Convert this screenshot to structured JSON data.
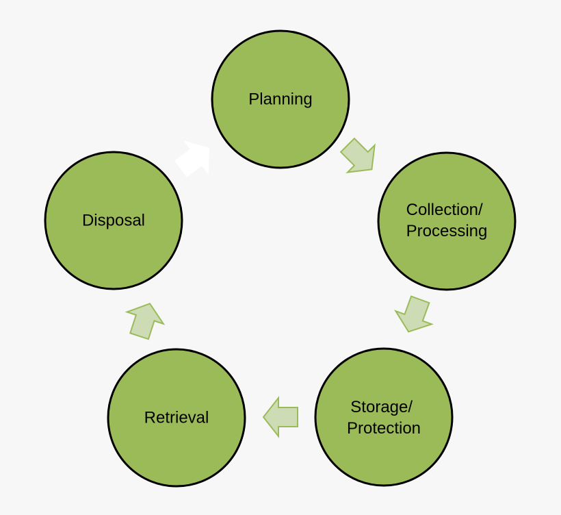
{
  "diagram": {
    "nodes": [
      {
        "id": "planning",
        "lines": [
          "Planning"
        ]
      },
      {
        "id": "collection-processing",
        "lines": [
          "Collection/",
          "Processing"
        ]
      },
      {
        "id": "storage-protection",
        "lines": [
          "Storage/",
          "Protection"
        ]
      },
      {
        "id": "retrieval",
        "lines": [
          "Retrieval"
        ]
      },
      {
        "id": "disposal",
        "lines": [
          "Disposal"
        ]
      }
    ],
    "arrows": [
      {
        "from": "planning",
        "to": "collection-processing",
        "style": "light-green"
      },
      {
        "from": "collection-processing",
        "to": "storage-protection",
        "style": "light-green"
      },
      {
        "from": "storage-protection",
        "to": "retrieval",
        "style": "light-green"
      },
      {
        "from": "retrieval",
        "to": "disposal",
        "style": "light-green"
      },
      {
        "from": "disposal",
        "to": "planning",
        "style": "white"
      }
    ],
    "colors": {
      "node_fill": "#9bbb59",
      "node_stroke": "#000000",
      "arrow_fill": "#cddcb4",
      "arrow_stroke": "#9bbb59",
      "background": "#f7f7f7"
    }
  }
}
